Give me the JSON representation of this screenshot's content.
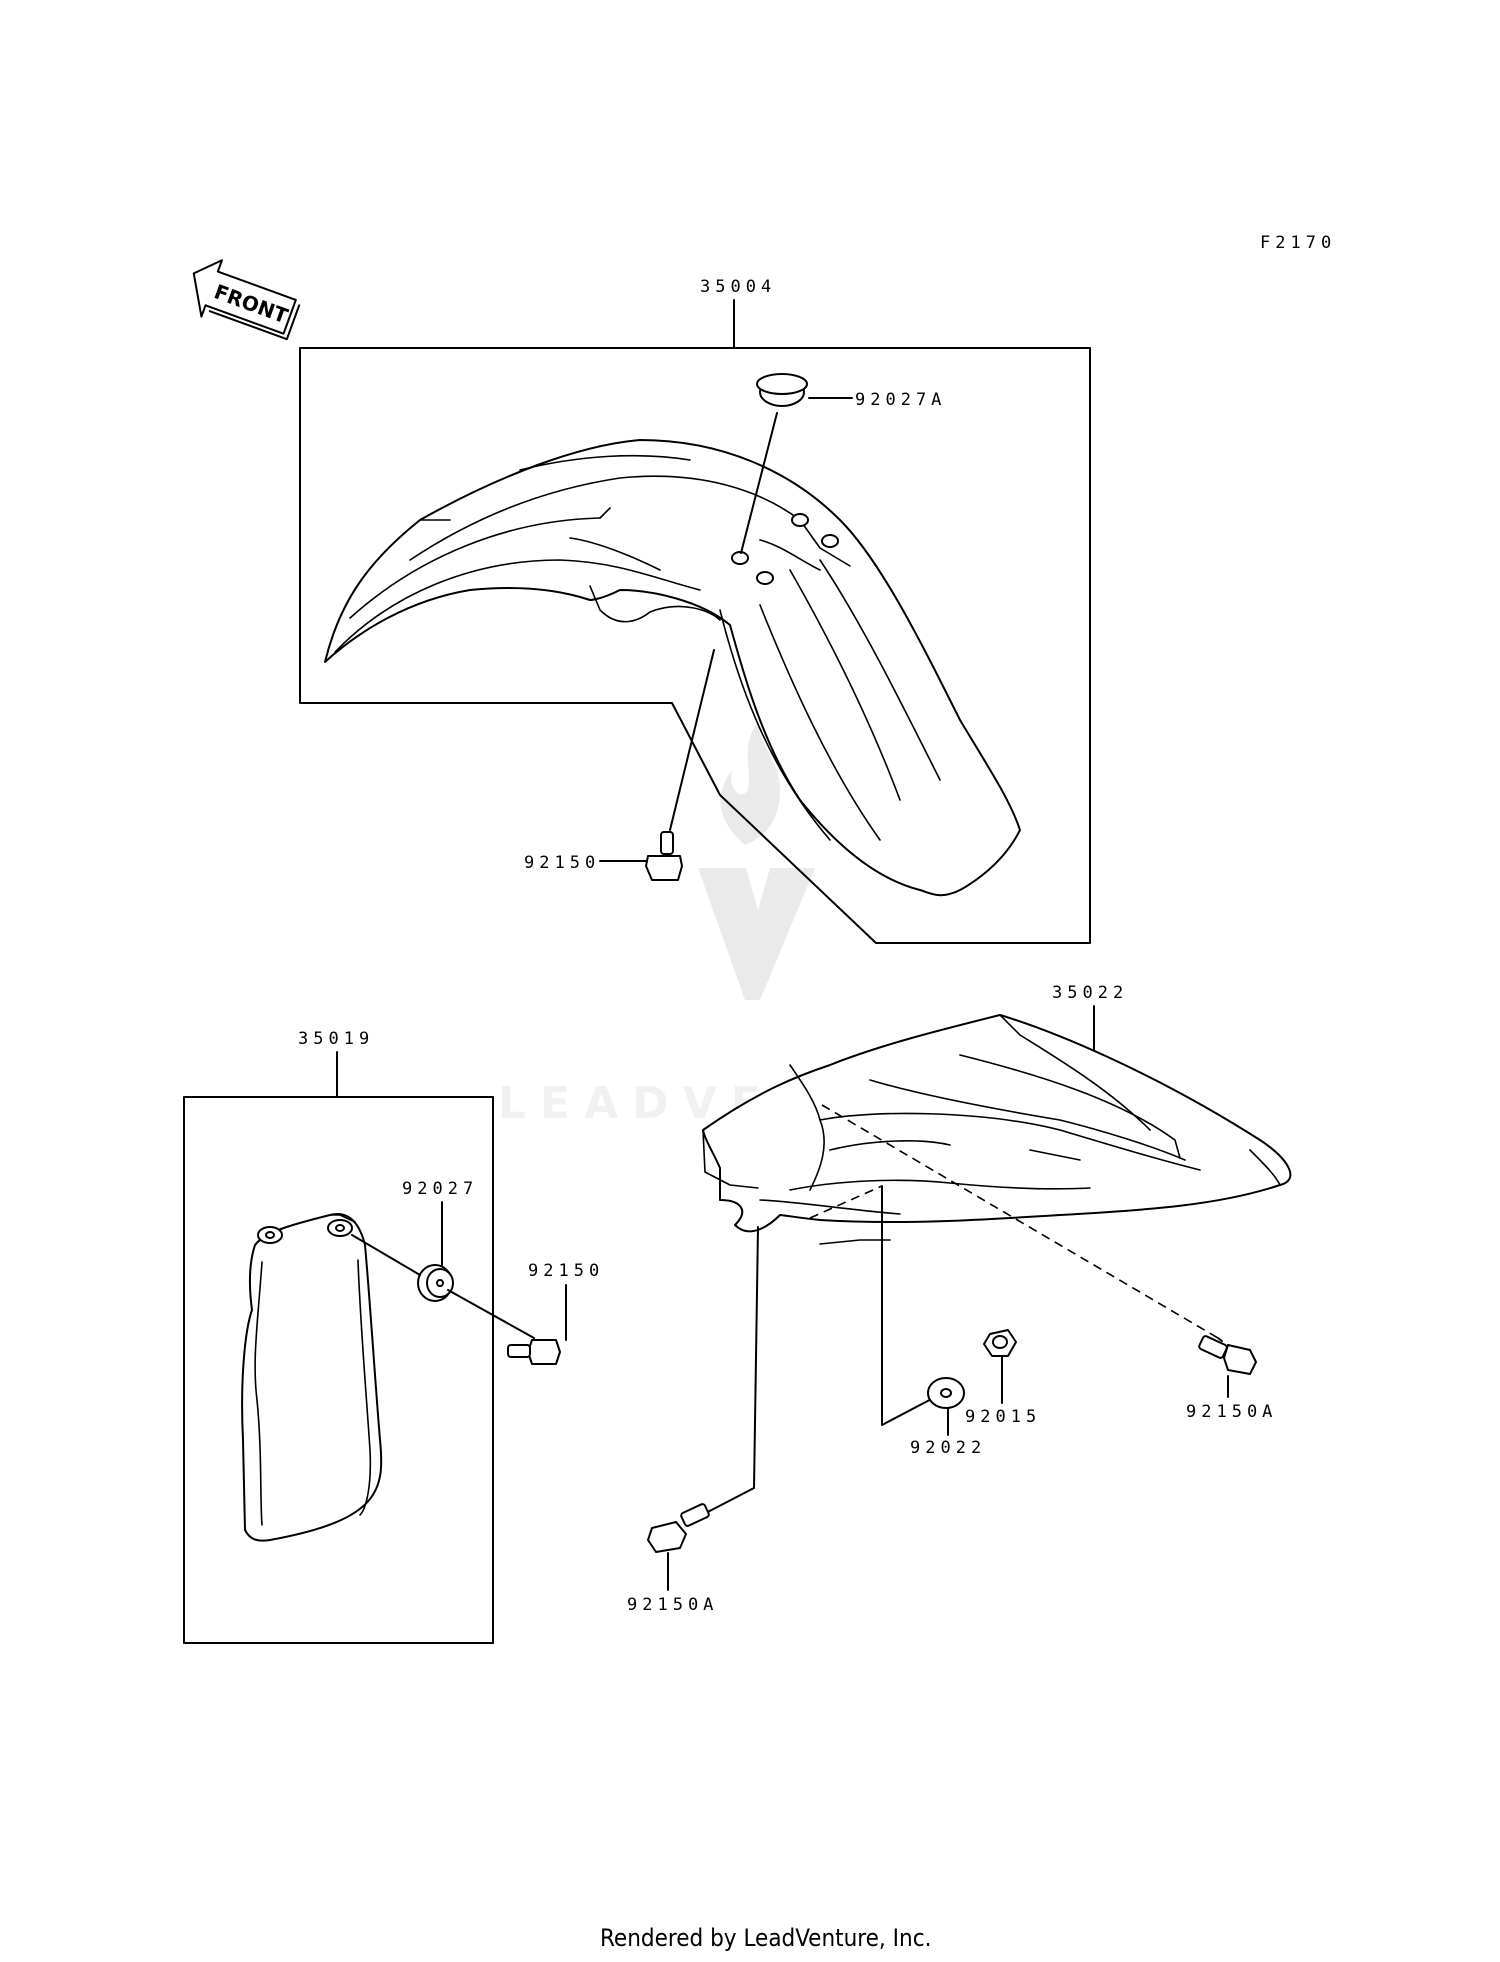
{
  "diagram_id": "F2170",
  "front_marker": "FRONT",
  "watermark": "LEADVENTURE",
  "footer": "Rendered by LeadVenture, Inc.",
  "parts": {
    "front_fender": "35004",
    "front_fender_grommet": "92027A",
    "front_fender_bolt": "92150",
    "fork_guard": "35019",
    "fork_guard_grommet": "92027",
    "fork_guard_bolt": "92150",
    "rear_fender": "35022",
    "rear_fender_bolt_right": "92150A",
    "rear_fender_bolt_left": "92150A",
    "collar": "92022",
    "nut": "92015"
  }
}
